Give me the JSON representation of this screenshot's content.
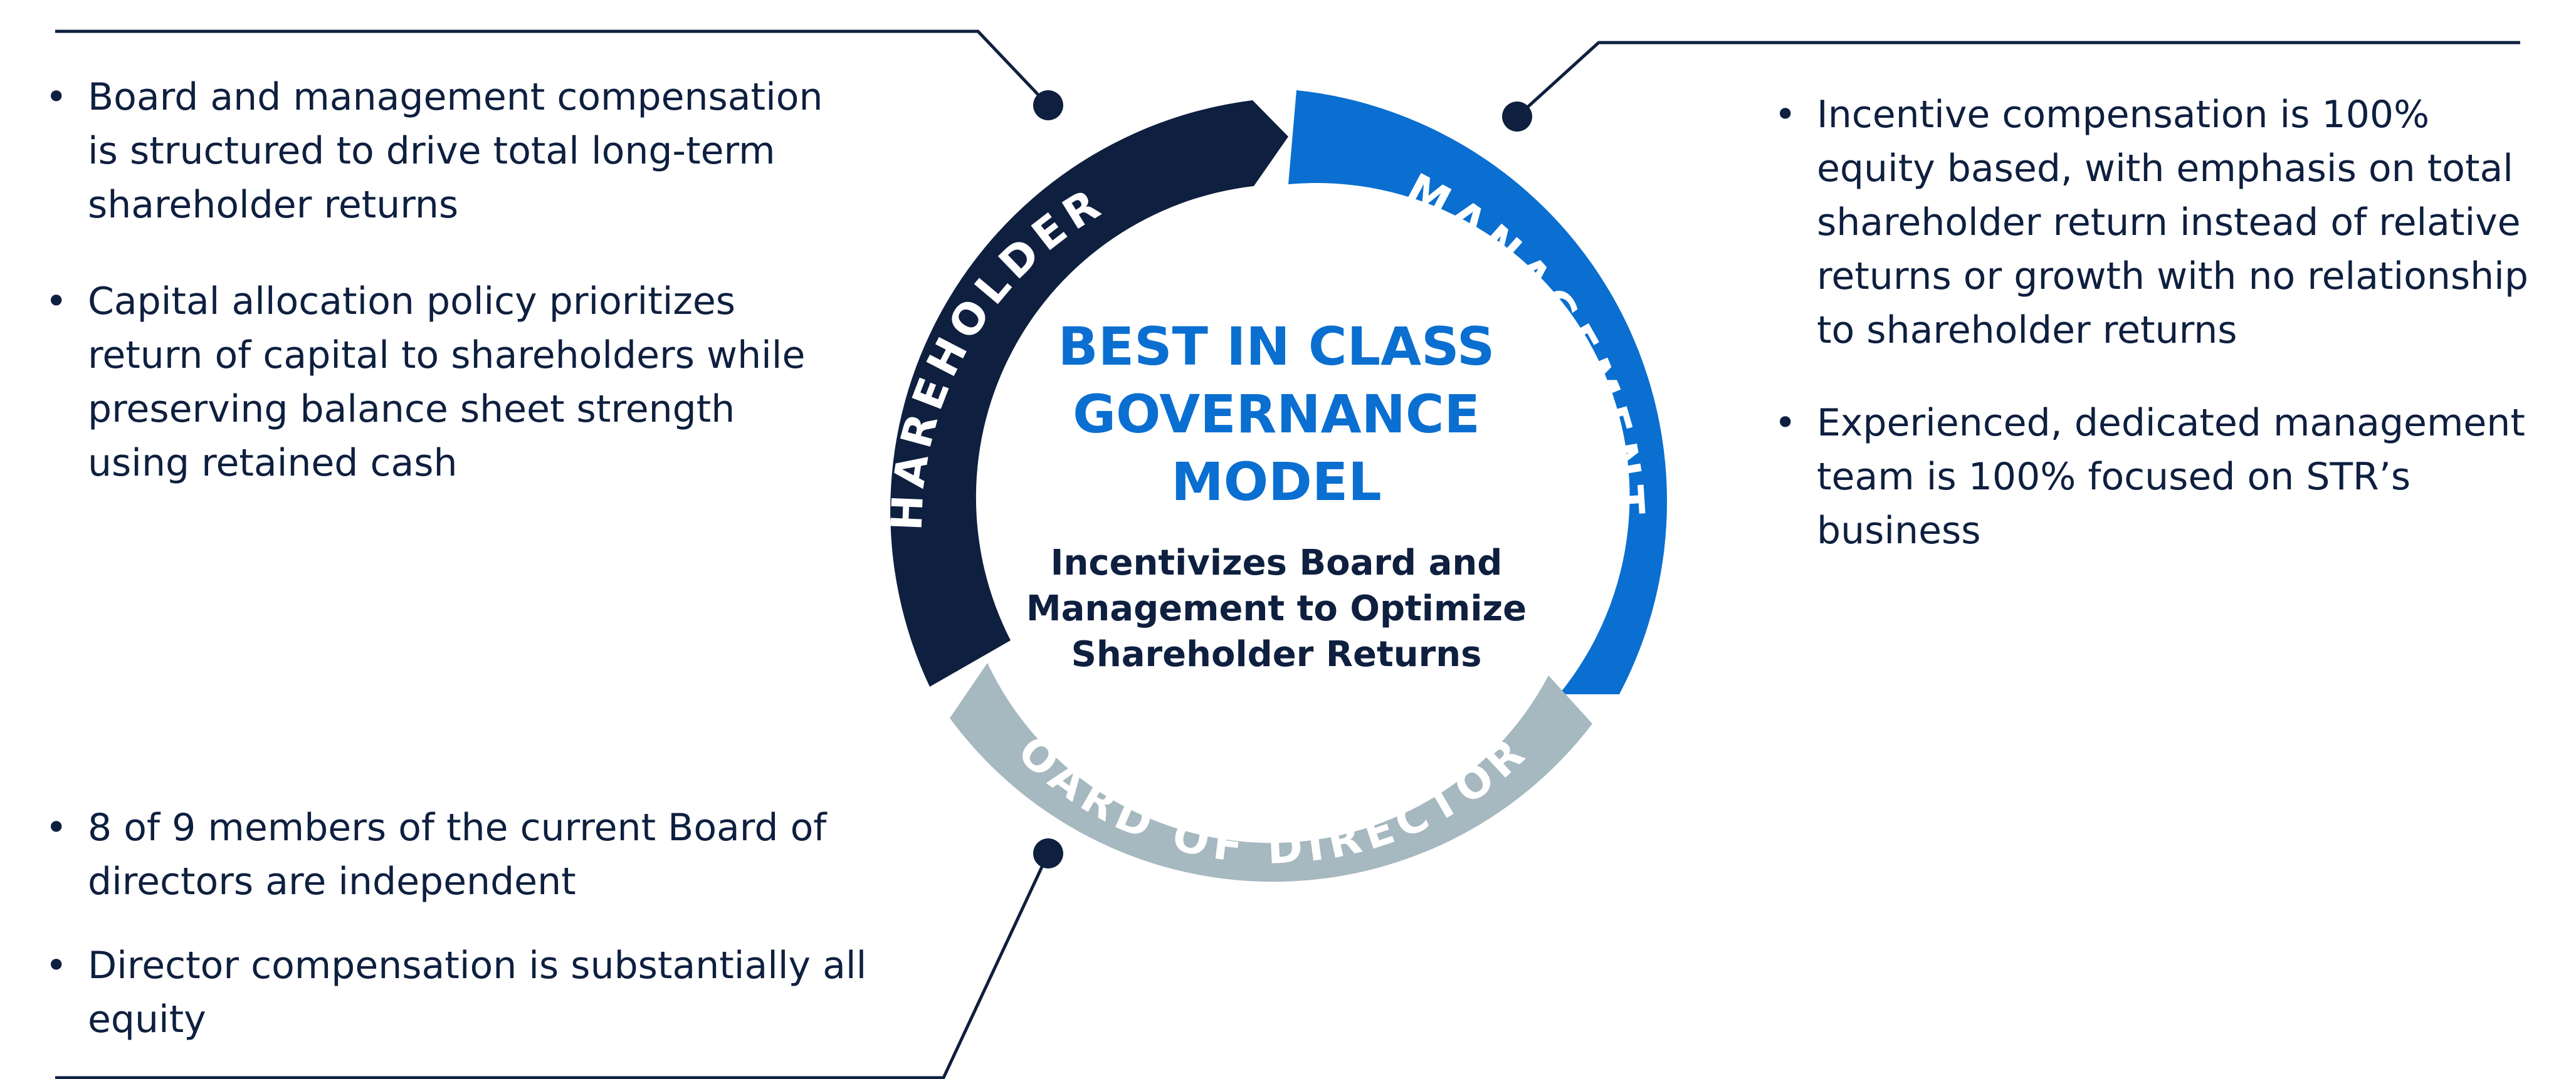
{
  "colors": {
    "shareholders": "#0e1f3f",
    "management": "#0a6fd0",
    "board_of_directors": "#a6b8c0",
    "text": "#0e1f3f",
    "connector": "#0e1f3f"
  },
  "ring": {
    "shareholders_label": "SHAREHOLDERS",
    "management_label": "MANAGEMENT",
    "board_label": "BOARD OF DIRECTORS"
  },
  "center": {
    "title_lines": [
      "BEST IN CLASS",
      "GOVERNANCE",
      "MODEL"
    ],
    "subtitle_lines": [
      "Incentivizes Board and",
      "Management to Optimize",
      "Shareholder Returns"
    ]
  },
  "shareholders": {
    "bullets": [
      "Board and management compensation is structured to drive total long-term shareholder returns",
      "Capital allocation policy prioritizes return of capital to shareholders while preserving balance sheet strength using retained cash"
    ]
  },
  "management": {
    "bullets": [
      "Incentive compensation is 100% equity based, with emphasis on total shareholder return instead of relative returns or growth with no relationship to shareholder returns",
      "Experienced, dedicated management team is 100% focused on STR’s business"
    ]
  },
  "board": {
    "bullets": [
      "8 of 9 members of the current Board of directors are independent",
      "Director compensation is substantially all equity"
    ]
  }
}
